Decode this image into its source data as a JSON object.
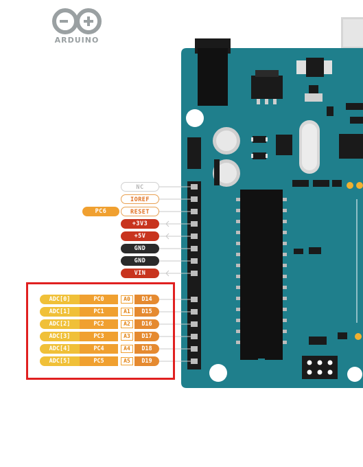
{
  "logo": {
    "text": "ARDUINO"
  },
  "power_pins": [
    {
      "label": "NC",
      "style": "nc"
    },
    {
      "label": "IOREF",
      "style": "io"
    },
    {
      "label": "RESET",
      "style": "io",
      "extra": "PC6"
    },
    {
      "label": "+3V3",
      "style": "red"
    },
    {
      "label": "+5V",
      "style": "red"
    },
    {
      "label": "GND",
      "style": "black"
    },
    {
      "label": "GND",
      "style": "black"
    },
    {
      "label": "VIN",
      "style": "red"
    }
  ],
  "analog_pins": [
    {
      "adc": "ADC[0]",
      "port": "PC0",
      "analog": "A0",
      "digital": "D14"
    },
    {
      "adc": "ADC[1]",
      "port": "PC1",
      "analog": "A1",
      "digital": "D15"
    },
    {
      "adc": "ADC[2]",
      "port": "PC2",
      "analog": "A2",
      "digital": "D16"
    },
    {
      "adc": "ADC[3]",
      "port": "PC3",
      "analog": "A3",
      "digital": "D17"
    },
    {
      "adc": "ADC[4]",
      "port": "PC4",
      "analog": "A4",
      "digital": "D18"
    },
    {
      "adc": "ADC[5]",
      "port": "PC5",
      "analog": "A5",
      "digital": "D19"
    }
  ],
  "colors": {
    "board": "#1f7f8c",
    "highlight": "#e02020",
    "power_red": "#c8341e",
    "ground_black": "#2a2a2a",
    "analog_orange": "#f0a030",
    "adc_yellow": "#f0c038"
  }
}
